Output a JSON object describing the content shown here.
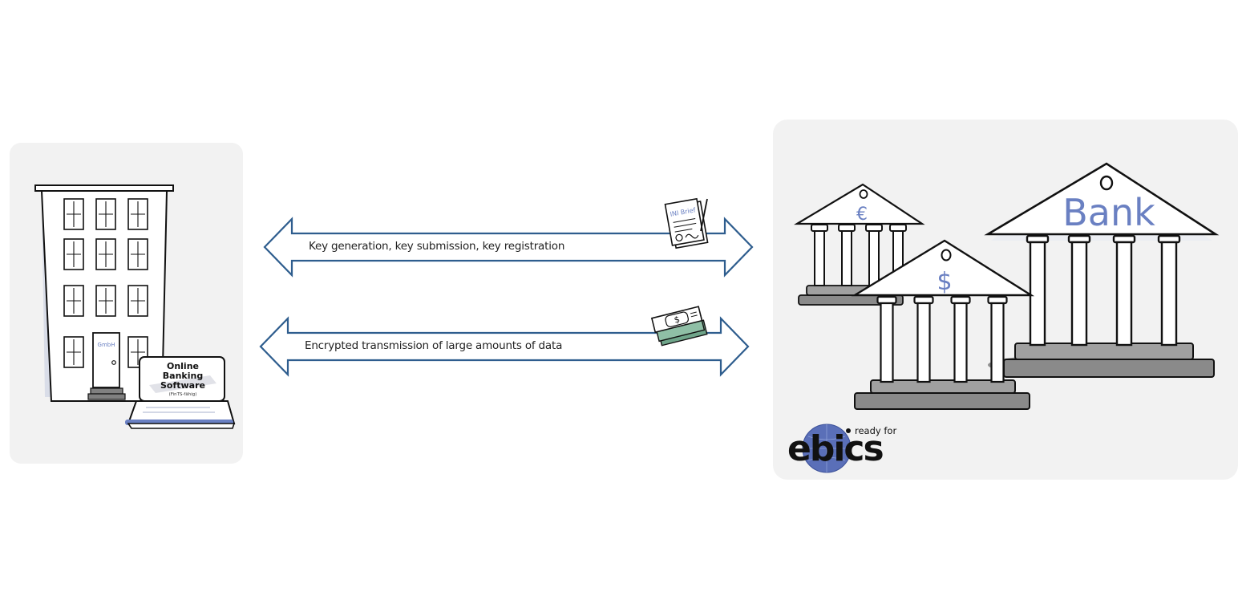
{
  "company": {
    "door_label": "GmbH",
    "laptop_line1": "Online",
    "laptop_line2": "Banking",
    "laptop_line3": "Software",
    "laptop_subtitle": "(FinTS-fähig)"
  },
  "arrows": [
    {
      "label": "Key generation, key submission, key registration",
      "icon": "ini-letter-icon",
      "icon_text": "INI Brief"
    },
    {
      "label": "Encrypted transmission of large amounts of data",
      "icon": "money-stack-icon"
    }
  ],
  "banks": {
    "euro_symbol": "€",
    "dollar_symbol": "$",
    "main_label": "Bank"
  },
  "logo": {
    "tagline": "ready for",
    "word": "ebics"
  },
  "colors": {
    "arrow_stroke": "#2e5d8e",
    "accent_blue": "#6a80c2",
    "panel_bg": "#f2f2f2"
  }
}
